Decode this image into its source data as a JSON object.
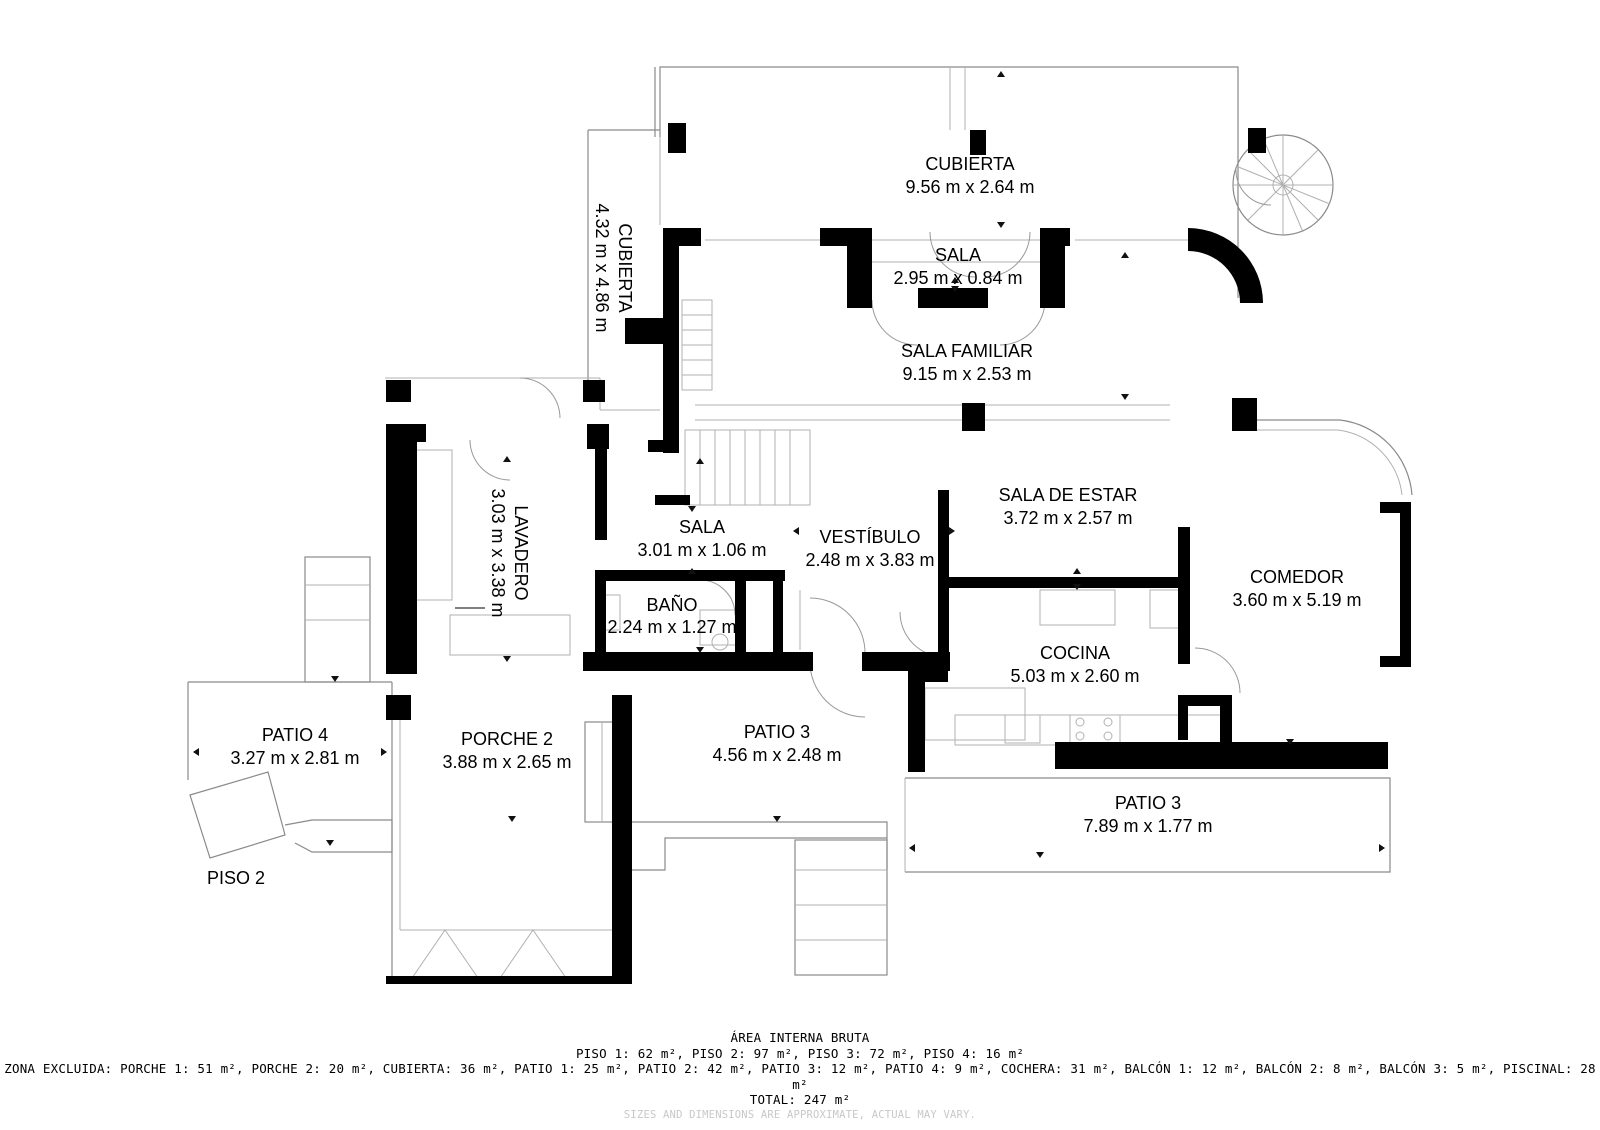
{
  "rooms": [
    {
      "id": "cubierta-top",
      "name": "CUBIERTA",
      "dims": "9.56 m x 2.64 m"
    },
    {
      "id": "cubierta-side",
      "name": "CUBIERTA",
      "dims": "4.32 m x 4.86 m"
    },
    {
      "id": "sala-top",
      "name": "SALA",
      "dims": "2.95 m x 0.84 m"
    },
    {
      "id": "sala-familiar",
      "name": "SALA FAMILIAR",
      "dims": "9.15 m x 2.53 m"
    },
    {
      "id": "lavadero",
      "name": "LAVADERO",
      "dims": "3.03 m x 3.38 m"
    },
    {
      "id": "sala-mid",
      "name": "SALA",
      "dims": "3.01 m x 1.06 m"
    },
    {
      "id": "vestibulo",
      "name": "VESTÍBULO",
      "dims": "2.48 m x 3.83 m"
    },
    {
      "id": "sala-de-estar",
      "name": "SALA DE ESTAR",
      "dims": "3.72 m x 2.57 m"
    },
    {
      "id": "comedor",
      "name": "COMEDOR",
      "dims": "3.60 m x 5.19 m"
    },
    {
      "id": "bano",
      "name": "BAÑO",
      "dims": "2.24 m x 1.27 m"
    },
    {
      "id": "cocina",
      "name": "COCINA",
      "dims": "5.03 m x 2.60 m"
    },
    {
      "id": "patio-4",
      "name": "PATIO 4",
      "dims": "3.27 m x 2.81 m"
    },
    {
      "id": "porche-2",
      "name": "PORCHE 2",
      "dims": "3.88 m x 2.65 m"
    },
    {
      "id": "patio-3a",
      "name": "PATIO 3",
      "dims": "4.56 m x 2.48 m"
    },
    {
      "id": "patio-3b",
      "name": "PATIO 3",
      "dims": "7.89 m x 1.77 m"
    }
  ],
  "floor_label": "PISO 2",
  "footer": {
    "heading": "ÁREA INTERNA BRUTA",
    "floors": "PISO 1: 62 m², PISO 2: 97 m², PISO 3: 72 m², PISO 4: 16 m²",
    "excluded": "ZONA EXCLUIDA: PORCHE 1: 51 m², PORCHE 2: 20 m², CUBIERTA: 36 m², PATIO 1: 25 m², PATIO 2: 42 m², PATIO 3: 12 m², PATIO 4: 9 m², COCHERA: 31 m², BALCÓN 1: 12 m², BALCÓN 2: 8 m², BALCÓN 3: 5 m², PISCINAL: 28 m²",
    "total": "TOTAL: 247 m²",
    "disclaimer": "SIZES AND DIMENSIONS ARE APPROXIMATE, ACTUAL MAY VARY."
  },
  "colors": {
    "wall": "#000000",
    "line": "#8a8a8a",
    "disclaimer": "#c8c8c8"
  }
}
